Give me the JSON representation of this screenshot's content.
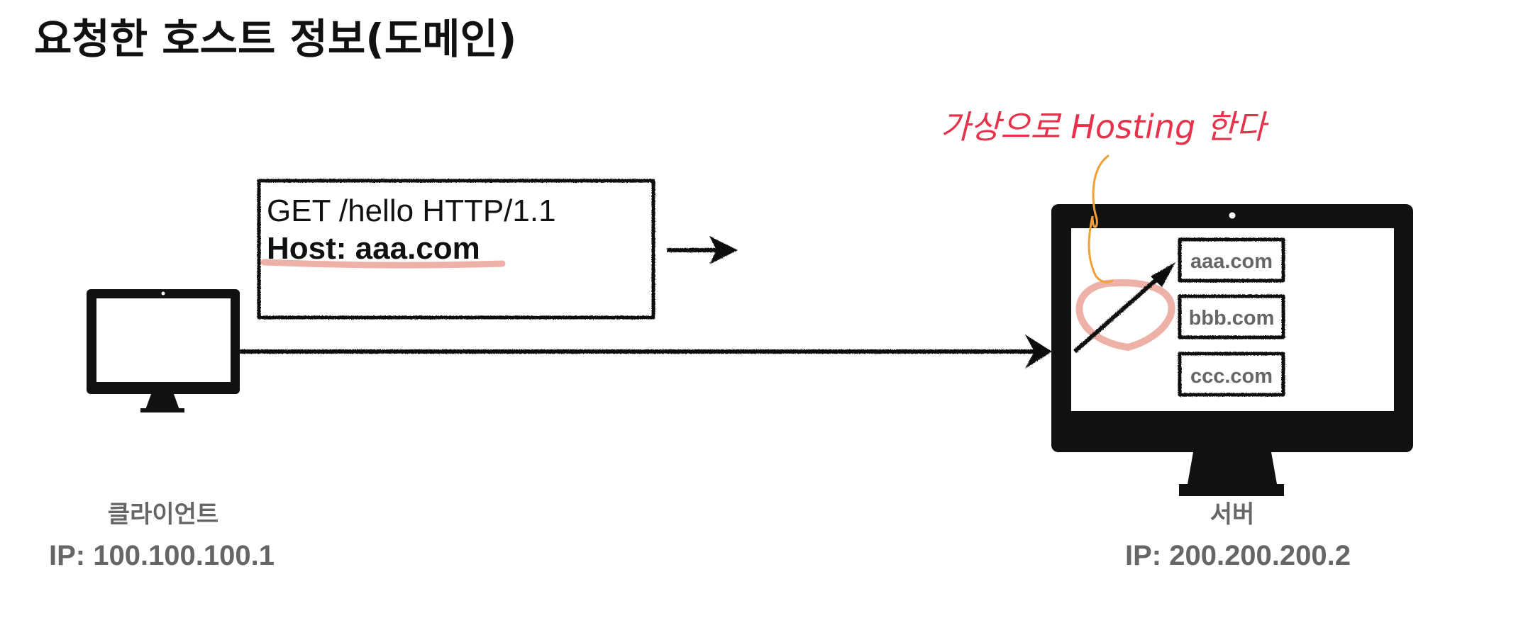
{
  "title": "요청한 호스트 정보(도메인)",
  "request": {
    "line1": "GET /hello HTTP/1.1",
    "line2": "Host: aaa.com"
  },
  "client": {
    "name": "클라이언트",
    "ip": "IP: 100.100.100.1"
  },
  "server": {
    "name": "서버",
    "ip": "IP: 200.200.200.2",
    "hosts": [
      "aaa.com",
      "bbb.com",
      "ccc.com"
    ]
  },
  "annotation": {
    "text": "가상으로 Hosting 한다",
    "color": "#e5334b",
    "highlight_color": "#eeb1a8",
    "leader_color": "#f0a035"
  },
  "icons": [
    "client-monitor-icon",
    "server-monitor-icon",
    "arrow-right-icon"
  ]
}
